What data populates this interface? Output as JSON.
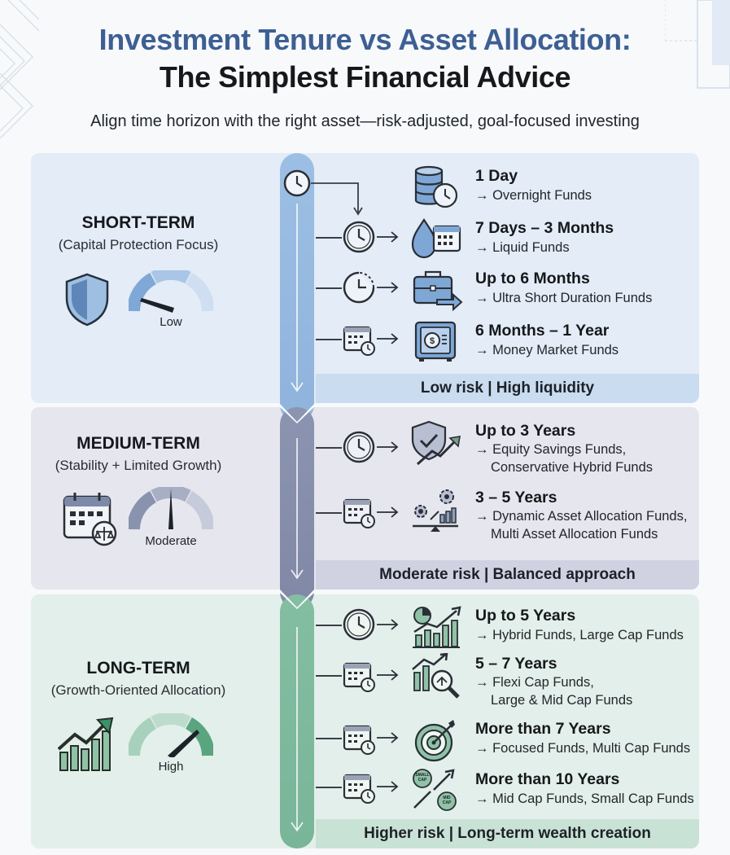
{
  "header": {
    "title_line1": "Investment Tenure vs Asset Allocation:",
    "title_line2": "The Simplest Financial Advice",
    "subtitle": "Align time horizon with the right asset—risk-adjusted, goal-focused investing"
  },
  "colors": {
    "title_blue": "#3d5f93",
    "short_bg": "#e3ecf7",
    "medium_bg": "#e6e6ef",
    "long_bg": "#e3efea"
  },
  "sections": {
    "short": {
      "name": "SHORT-TERM",
      "focus": "(Capital Protection Focus)",
      "gauge_label": "Low",
      "risk_summary": "Low risk | High liquidity",
      "icons": [
        "shield-icon",
        "gauge-low-icon"
      ]
    },
    "medium": {
      "name": "MEDIUM-TERM",
      "focus": "(Stability + Limited Growth)",
      "gauge_label": "Moderate",
      "risk_summary": "Moderate risk | Balanced approach",
      "icons": [
        "calendar-balance-icon",
        "gauge-moderate-icon"
      ]
    },
    "long": {
      "name": "LONG-TERM",
      "focus": "(Growth-Oriented Allocation)",
      "gauge_label": "High",
      "risk_summary": "Higher risk | Long-term wealth creation",
      "icons": [
        "growth-chart-icon",
        "gauge-high-icon"
      ]
    }
  },
  "rows": [
    {
      "tenure": "1 Day",
      "funds": [
        "→ Overnight Funds"
      ],
      "icon": "database-clock-icon"
    },
    {
      "tenure": "7 Days – 3 Months",
      "funds": [
        "→ Liquid Funds"
      ],
      "icon": "drop-calendar-icon"
    },
    {
      "tenure": "Up to 6 Months",
      "funds": [
        "→ Ultra Short Duration Funds"
      ],
      "icon": "briefcase-arrow-icon"
    },
    {
      "tenure": "6 Months – 1 Year",
      "funds": [
        "→ Money Market Funds"
      ],
      "icon": "safe-icon"
    },
    {
      "tenure": "Up to 3 Years",
      "funds": [
        "→ Equity Savings Funds,",
        "Conservative Hybrid Funds"
      ],
      "icon": "shield-growth-icon"
    },
    {
      "tenure": "3 – 5 Years",
      "funds": [
        "→ Dynamic Asset Allocation Funds,",
        "Multi Asset Allocation Funds"
      ],
      "icon": "gears-balance-icon"
    },
    {
      "tenure": "Up to 5 Years",
      "funds": [
        "→ Hybrid Funds, Large Cap Funds"
      ],
      "icon": "pie-bar-chart-icon"
    },
    {
      "tenure": "5 – 7 Years",
      "funds": [
        "→ Flexi Cap Funds,",
        "Large & Mid Cap Funds"
      ],
      "icon": "chart-magnifier-icon"
    },
    {
      "tenure": "More than 7 Years",
      "funds": [
        "→ Focused Funds, Multi Cap Funds"
      ],
      "icon": "target-icon"
    },
    {
      "tenure": "More than 10 Years",
      "funds": [
        "→ Mid Cap Funds, Small Cap Funds"
      ],
      "icon": "small-mid-cap-arrow-icon"
    }
  ],
  "cap_badges": {
    "small": "SMALL CAP",
    "mid": "MID CAP"
  }
}
